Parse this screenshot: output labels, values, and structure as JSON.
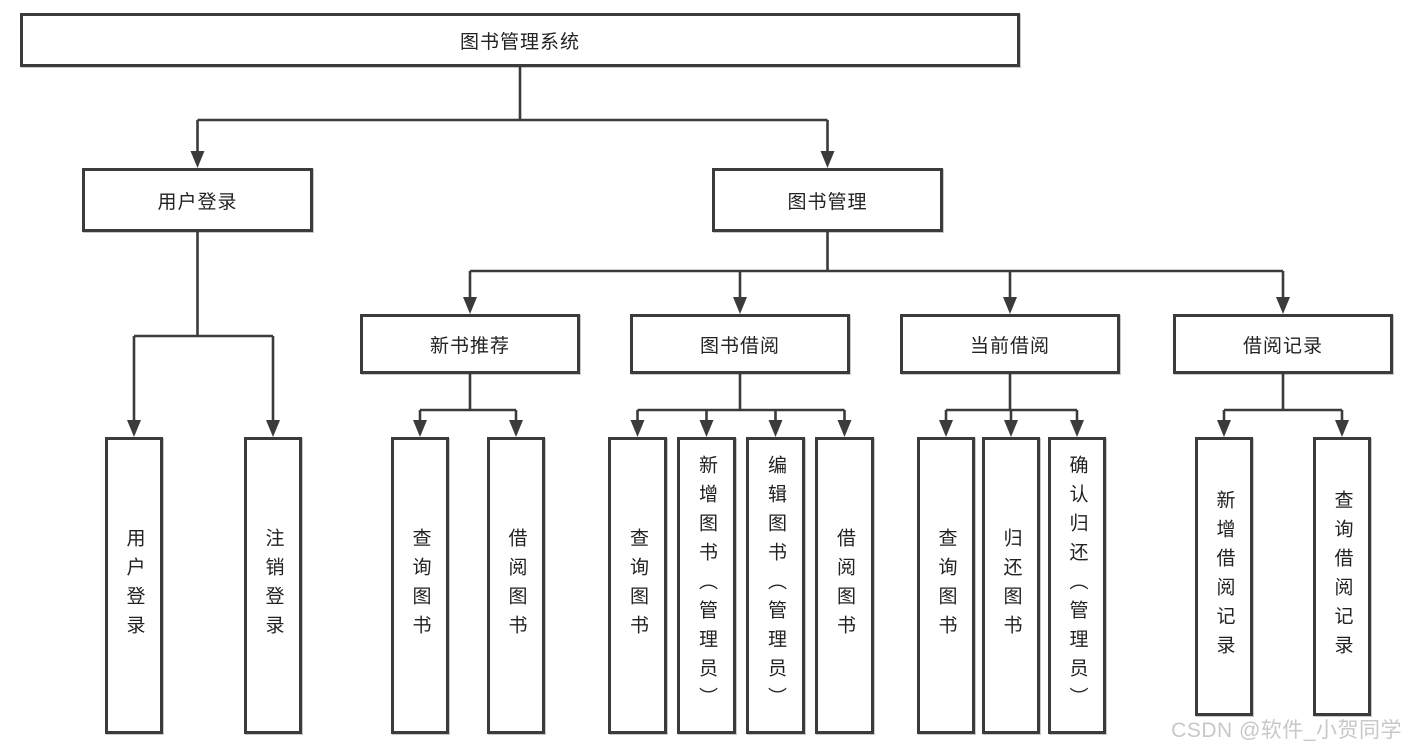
{
  "tree": {
    "root": "图书管理系统",
    "branches": [
      {
        "label": "用户登录",
        "children": [
          "用户登录",
          "注销登录"
        ]
      },
      {
        "label": "图书管理",
        "children": [
          {
            "label": "新书推荐",
            "children": [
              "查询图书",
              "借阅图书"
            ]
          },
          {
            "label": "图书借阅",
            "children": [
              "查询图书",
              "新增图书（管理员）",
              "编辑图书（管理员）",
              "借阅图书"
            ]
          },
          {
            "label": "当前借阅",
            "children": [
              "查询图书",
              "归还图书",
              "确认归还（管理员）"
            ]
          },
          {
            "label": "借阅记录",
            "children": [
              "新增借阅记录",
              "查询借阅记录"
            ]
          }
        ]
      }
    ]
  },
  "watermark": {
    "text": "CSDN @软件_小贺同学"
  },
  "colors": {
    "line": "#3b3b3b",
    "box_border": "#3b3b3b",
    "text": "#222222",
    "watermark": "#c8c8c8",
    "background": "#ffffff"
  }
}
